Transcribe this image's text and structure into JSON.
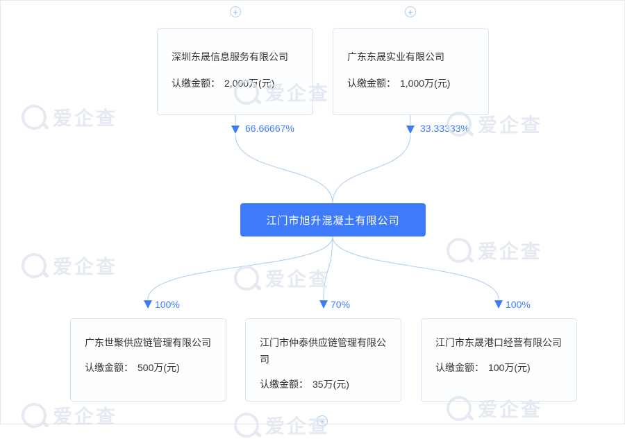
{
  "diagram": {
    "company": {
      "name": "江门市旭升混凝土有限公司"
    },
    "shareholders": [
      {
        "name": "深圳东晟信息服务有限公司",
        "amount_label": "认缴金额：",
        "amount_value": "2,000万(元)",
        "percent": "66.66667%"
      },
      {
        "name": "广东东晟实业有限公司",
        "amount_label": "认缴金额：",
        "amount_value": "1,000万(元)",
        "percent": "33.33333%"
      }
    ],
    "subsidiaries": [
      {
        "name": "广东世聚供应链管理有限公司",
        "amount_label": "认缴金额：",
        "amount_value": "500万(元)",
        "percent": "100%"
      },
      {
        "name": "江门市仲泰供应链管理有限公司",
        "amount_label": "认缴金额：",
        "amount_value": "35万(元)",
        "percent": "70%"
      },
      {
        "name": "江门市东晟港口经营有限公司",
        "amount_label": "认缴金额：",
        "amount_value": "100万(元)",
        "percent": "100%"
      }
    ],
    "expand_icon_glyph": "+",
    "watermark_text": "爱企查",
    "colors": {
      "accent_blue": "#3E7BFA",
      "line_blue": "#A9CCF1",
      "box_border": "#D4E4F7",
      "box_background": "#FDFEFF",
      "watermark": "#DDE4EE"
    }
  }
}
